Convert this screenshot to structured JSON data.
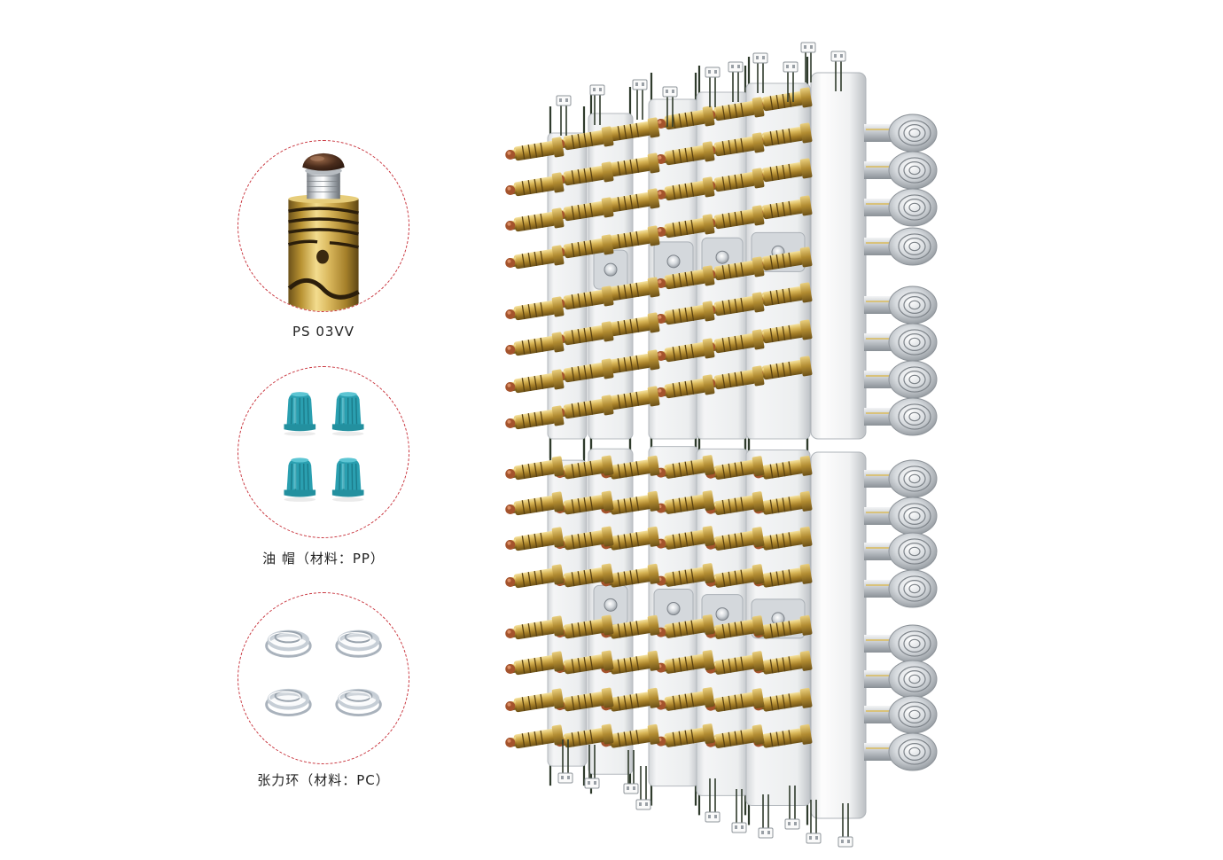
{
  "callouts": [
    {
      "label": "PS 03VV",
      "icon": "brass-nozzle-icon"
    },
    {
      "label": "油 帽（材料：PP）",
      "icon": "oil-cap-icon"
    },
    {
      "label": "张力环（材料：PC）",
      "icon": "tension-ring-icon"
    }
  ],
  "colors": {
    "callout_border": "#c9353e",
    "oil_cap": "#2a9fb0",
    "copper_tip": "#a4532c",
    "background": "#ffffff"
  }
}
